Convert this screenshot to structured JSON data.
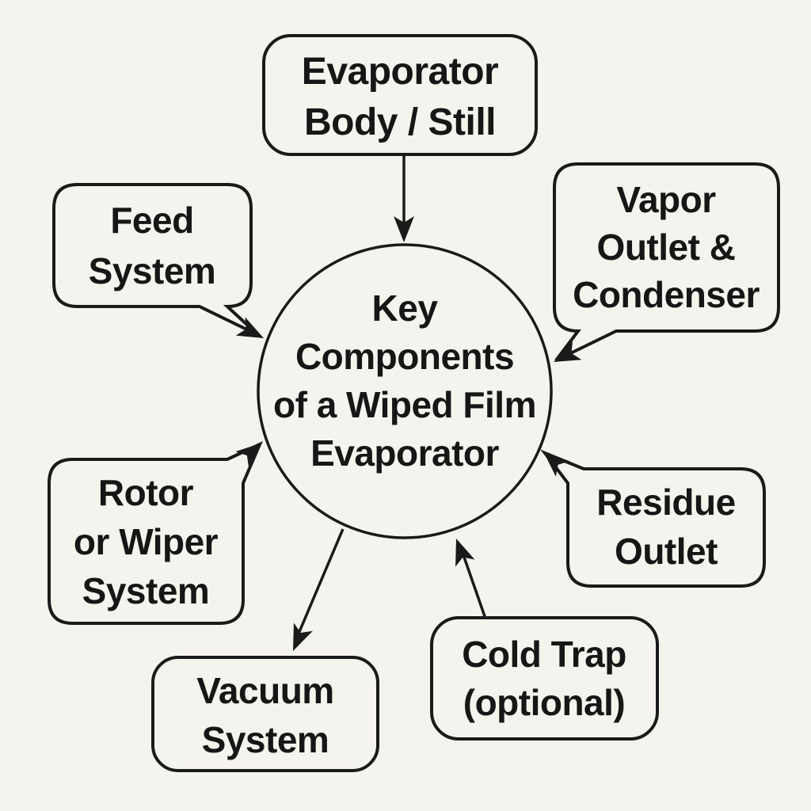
{
  "title": "Key Components of a Wiped Film Evaporator",
  "colors": {
    "background": "#f5f3ee",
    "line": "#1a1a1a",
    "text": "#161616"
  },
  "center": {
    "label": "Key Components of a Wiped Film Evaporator",
    "lines": [
      "Key",
      "Components",
      "of a Wiped Film",
      "Evaporator"
    ]
  },
  "nodes": {
    "evaporator_body": {
      "label": "Evaporator Body / Still",
      "lines": [
        "Evaporator",
        "Body / Still"
      ],
      "shape": "rounded-rect"
    },
    "feed_system": {
      "label": "Feed System",
      "lines": [
        "Feed",
        "System"
      ],
      "shape": "speech-bubble"
    },
    "vapor_outlet": {
      "label": "Vapor Outlet & Condenser",
      "lines": [
        "Vapor",
        "Outlet &",
        "Condenser"
      ],
      "shape": "speech-bubble"
    },
    "rotor_wiper": {
      "label": "Rotor or Wiper System",
      "lines": [
        "Rotor",
        "or Wiper",
        "System"
      ],
      "shape": "speech-bubble"
    },
    "residue_outlet": {
      "label": "Residue Outlet",
      "lines": [
        "Residue",
        "Outlet"
      ],
      "shape": "speech-bubble"
    },
    "vacuum_system": {
      "label": "Vacuum System",
      "lines": [
        "Vacuum",
        "System"
      ],
      "shape": "rounded-rect"
    },
    "cold_trap": {
      "label": "Cold Trap (optional)",
      "lines": [
        "Cold Trap",
        "(optional)"
      ],
      "shape": "rounded-rect"
    }
  },
  "connections": [
    {
      "from": "Evaporator Body / Still",
      "to": "center",
      "style": "arrow"
    },
    {
      "from": "Feed System",
      "to": "center",
      "style": "bubble-tail-arrow"
    },
    {
      "from": "Vapor Outlet & Condenser",
      "to": "center",
      "style": "bubble-tail-arrow"
    },
    {
      "from": "Rotor or Wiper System",
      "to": "center",
      "style": "bubble-tail-arrow"
    },
    {
      "from": "Residue Outlet",
      "to": "center",
      "style": "bubble-tail-arrow"
    },
    {
      "from": "center",
      "to": "Vacuum System",
      "style": "arrow"
    },
    {
      "from": "Cold Trap (optional)",
      "to": "center",
      "style": "arrow"
    }
  ]
}
